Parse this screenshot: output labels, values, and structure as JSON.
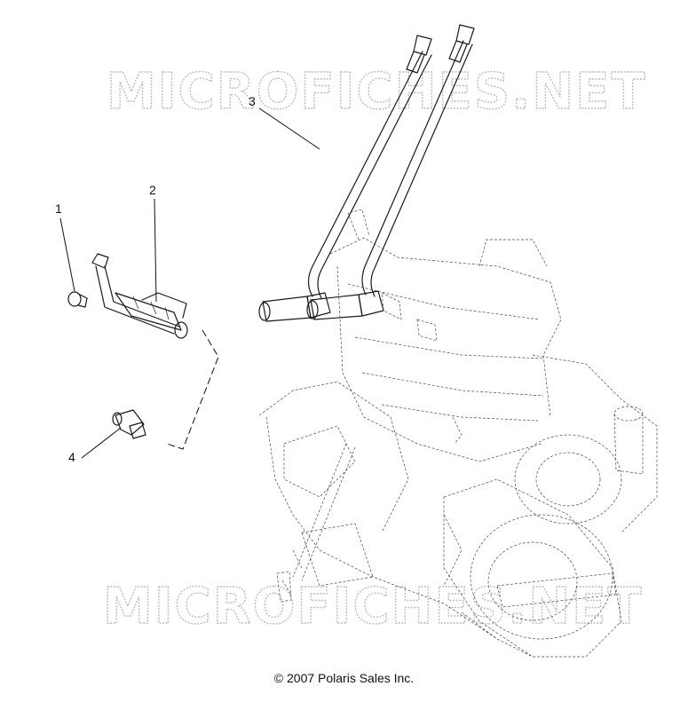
{
  "watermark": {
    "text": "MICROFICHES.NET"
  },
  "callouts": [
    {
      "id": "1",
      "label": "1"
    },
    {
      "id": "2",
      "label": "2"
    },
    {
      "id": "3",
      "label": "3"
    },
    {
      "id": "4",
      "label": "4"
    }
  ],
  "copyright": "© 2007 Polaris Sales Inc."
}
